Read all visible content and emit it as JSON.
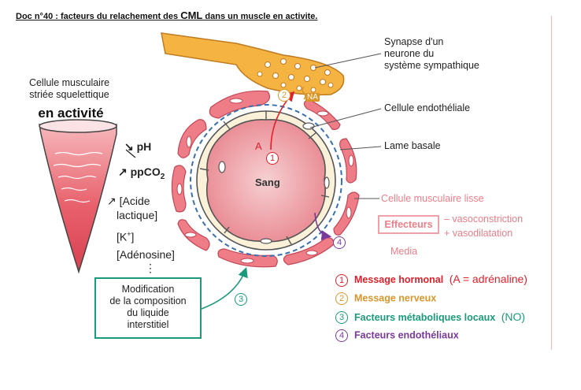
{
  "title": {
    "prefix": "Doc n°40 : facteurs du relachement des ",
    "emph": "CML",
    "suffix": " dans un muscle en activite."
  },
  "muscle": {
    "label_line1": "Cellule musculaire",
    "label_line2": "striée squelettique",
    "state": "en activité"
  },
  "factors": {
    "ph": "↘ pH",
    "ppco2": "↗ ppCO",
    "ppco2_sub": "2",
    "acide_line1": "↗ [Acide",
    "acide_line2": "lactique]",
    "k": "[K",
    "k_sup": "+",
    "k_close": "]",
    "adenosine": "[Adénosine]",
    "dots": "⋮"
  },
  "modification_box": {
    "line1": "Modification",
    "line2": "de la composition",
    "line3": "du liquide",
    "line4": "interstitiel"
  },
  "labels": {
    "synapse_line1": "Synapse d'un",
    "synapse_line2": "neurone du",
    "synapse_line3": "système sympathique",
    "endothelial": "Cellule endothéliale",
    "lame": "Lame basale",
    "lisse": "Cellule musculaire lisse",
    "sang": "Sang",
    "na": "NA",
    "a": "A",
    "effecteurs": "Effecteurs",
    "vasoconstriction": "– vasoconstriction",
    "vasodilatation": "+ vasodilatation",
    "media": "Media"
  },
  "markers": {
    "one": "1",
    "two": "2",
    "three": "3",
    "four": "4"
  },
  "legend": [
    {
      "num": "1",
      "text": "Message hormonal",
      "extra": "(A = adrénaline)",
      "color": "#e0202a"
    },
    {
      "num": "2",
      "text": "Message nerveux",
      "extra": "",
      "color": "#d8962a"
    },
    {
      "num": "3",
      "text": "Facteurs métaboliques locaux",
      "extra": "(NO)",
      "color": "#1a9a7a"
    },
    {
      "num": "4",
      "text": "Facteurs endothéliaux",
      "extra": "",
      "color": "#7a3a9a"
    }
  ],
  "colors": {
    "red": "#e0202a",
    "orange": "#d8962a",
    "green": "#1a9a7a",
    "purple": "#7a3a9a",
    "pink": "#ee7d88"
  }
}
